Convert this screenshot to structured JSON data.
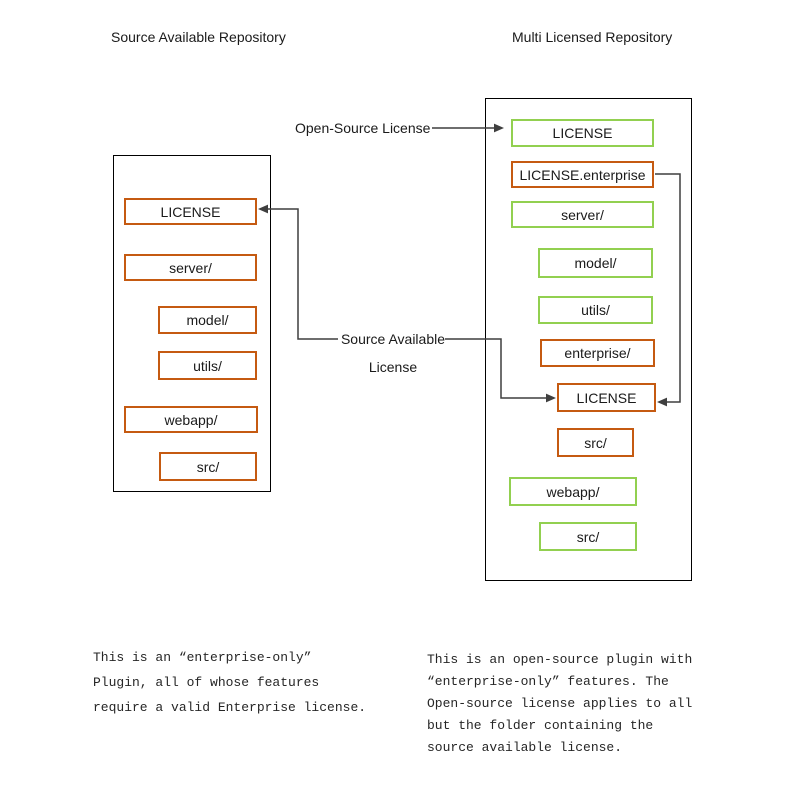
{
  "diagram": {
    "left_repo": {
      "title": "Source Available Repository",
      "items": [
        {
          "label": "LICENSE",
          "color": "orange",
          "indent": 0
        },
        {
          "label": "server/",
          "color": "orange",
          "indent": 0
        },
        {
          "label": "model/",
          "color": "orange",
          "indent": 1
        },
        {
          "label": "utils/",
          "color": "orange",
          "indent": 1
        },
        {
          "label": "webapp/",
          "color": "orange",
          "indent": 0
        },
        {
          "label": "src/",
          "color": "orange",
          "indent": 1
        }
      ],
      "caption_lines": [
        "This is an “enterprise-only”",
        "Plugin, all of whose features",
        "require a valid Enterprise license."
      ]
    },
    "right_repo": {
      "title": "Multi Licensed Repository",
      "items": [
        {
          "label": "LICENSE",
          "color": "green",
          "indent": 0
        },
        {
          "label": "LICENSE.enterprise",
          "color": "orange",
          "indent": 0
        },
        {
          "label": "server/",
          "color": "green",
          "indent": 0
        },
        {
          "label": "model/",
          "color": "green",
          "indent": 1
        },
        {
          "label": "utils/",
          "color": "green",
          "indent": 1
        },
        {
          "label": "enterprise/",
          "color": "orange",
          "indent": 1
        },
        {
          "label": "LICENSE",
          "color": "orange",
          "indent": 2
        },
        {
          "label": "src/",
          "color": "orange",
          "indent": 2
        },
        {
          "label": "webapp/",
          "color": "green",
          "indent": 0
        },
        {
          "label": "src/",
          "color": "green",
          "indent": 1
        }
      ],
      "caption_lines": [
        "This is an open-source plugin with",
        "“enterprise-only” features. The",
        "Open-source license applies to all",
        "but the folder containing the",
        "source available license."
      ]
    },
    "connector_labels": {
      "open_source": "Open-Source License",
      "source_available_line1": "Source Available",
      "source_available_line2": "License"
    },
    "colors": {
      "orange_border": "#C55A11",
      "green_border": "#92D050",
      "repo_border": "#000000",
      "connector_line": "#3F3F3F"
    }
  }
}
